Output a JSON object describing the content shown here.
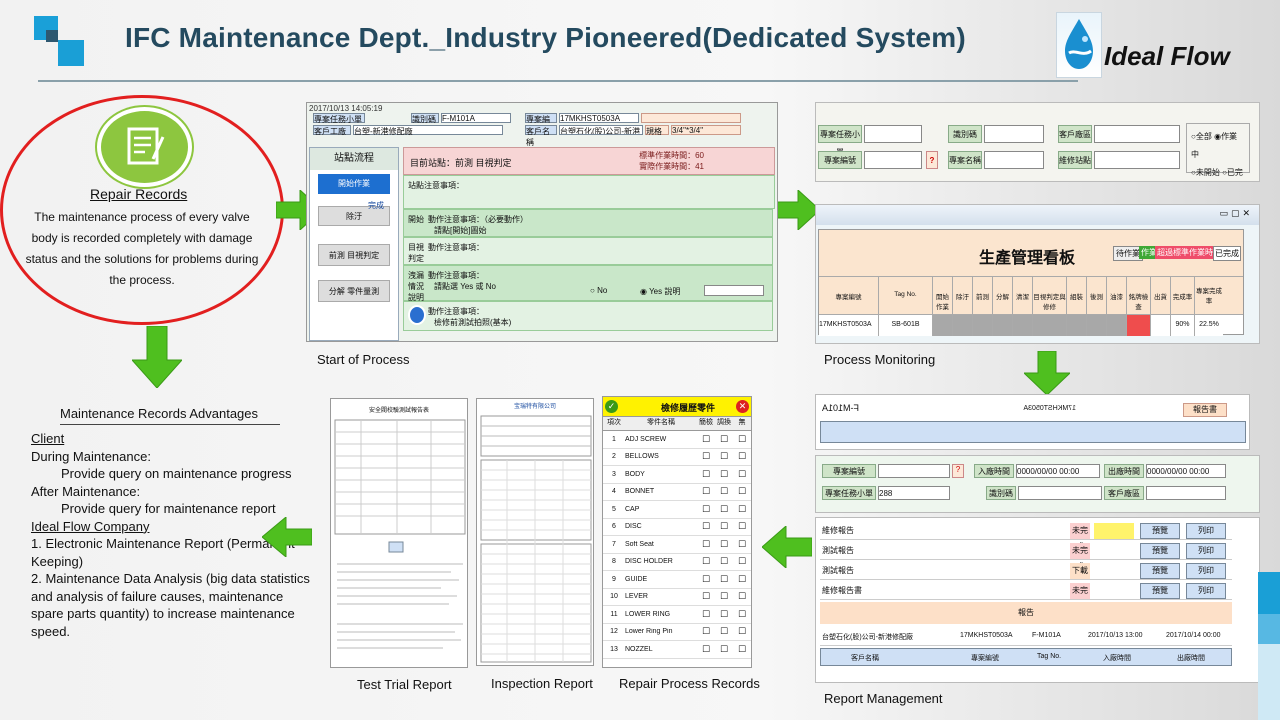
{
  "slide": {
    "title": "IFC Maintenance Dept._Industry Pioneered(Dedicated System)",
    "logo_text": "Ideal Flow",
    "colors": {
      "title": "#244a5f",
      "accent_blue": "#1a9fd6",
      "arrow_green": "#4fbf1f",
      "oval_red": "#e21f1f",
      "icon_green": "#8dc63f"
    }
  },
  "repair": {
    "title": "Repair Records",
    "description": "The maintenance process of every valve body is recorded completely with damage status and the solutions for problems during the process.",
    "icon": "document-pen-icon"
  },
  "advantages": {
    "title": "Maintenance Records Advantages",
    "client_heading": "Client",
    "during_label": "During Maintenance:",
    "during_text": "Provide query on maintenance progress",
    "after_label": "After Maintenance:",
    "after_text": "Provide query for maintenance report",
    "company_heading": "Ideal Flow Company",
    "point1": "1. Electronic Maintenance Report (Permanent Keeping)",
    "point2": "2. Maintenance Data Analysis (big data statistics and analysis of failure causes, maintenance spare parts quantity) to increase maintenance speed."
  },
  "captions": {
    "start": "Start of Process",
    "monitoring": "Process Monitoring",
    "report_mgmt": "Report Management",
    "repair_process": "Repair Process Records",
    "inspection": "Inspection Report",
    "test_trial": "Test Trial Report"
  },
  "start_screen": {
    "timestamp": "2017/10/13 14:05:19",
    "order_label": "專案任務小單",
    "id_label": "識別碼",
    "id_value": "F-M101A",
    "project_label": "專案編號",
    "project_value": "17MKHST0503A",
    "client_label": "客戶工廠",
    "client_value": "台塑-新港修配廠",
    "client_name_label": "客戶名稱",
    "client_name_value": "台塑石化(股)公司-新港修配廠",
    "spec_label": "規格",
    "spec_value": "3/4\"*3/4\"",
    "station_flow": "站點流程",
    "current_station": "目前站點：前測 目視判定",
    "std_time": "標準作業時間：60",
    "real_time": "實際作業時間：41",
    "notes_label": "站點注意事項：",
    "steps": [
      "開始作業",
      "除汙",
      "前測 目視判定",
      "分解 零件量測"
    ],
    "done_label": "完成",
    "row1_title": "開始",
    "row1_text": "動作注意事項：（必要動作）",
    "row1_sub": "請點[開始]圖始",
    "row2_title": "目視判定",
    "row2_text": "動作注意事項：",
    "row3_title": "洩漏情況說明",
    "row3_text": "動作注意事項：",
    "row3_sub": "請點選 Yes 或 No",
    "opt_no": "No",
    "opt_yes": "Yes",
    "opt_note": "說明",
    "row4_text": "動作注意事項：",
    "row4_sub": "檢修前測試拍照(基本)"
  },
  "monitor_screen": {
    "btn_order": "專案任務小單",
    "btn_project": "專案編號",
    "btn_identify": "識別碼",
    "btn_name": "專案名稱",
    "btn_client": "客戶廠區",
    "btn_station": "維修站點",
    "radio_all": "全部",
    "radio_working": "作業中",
    "radio_notstart": "未開始",
    "radio_done": "已完成",
    "board_title": "生產管理看板",
    "btn_wait": "待作業",
    "btn_working": "作業中",
    "btn_overtime": "超過標準作業時間",
    "btn_finished": "已完成",
    "columns": [
      "專案編號",
      "Tag No.",
      "開始作業",
      "除汙",
      "前測",
      "分解",
      "清潔",
      "目視判定與修修",
      "組裝",
      "後測",
      "油漆",
      "銘牌檢查",
      "出貨",
      "完成率",
      "專案完成率"
    ],
    "row": {
      "project": "17MKHST0503A",
      "tag": "SB-601B",
      "rate": "90%",
      "project_rate": "22.5%"
    }
  },
  "report_screen": {
    "id_value": "F-M101A",
    "btn_report": "報告書",
    "btn_project": "專案編號",
    "btn_time": "入廠時間",
    "btn_out": "出廠時間",
    "time_value_1": "0000/00/00 00:00",
    "time_value_2": "0000/00/00 00:00",
    "btn_order": "專案任務小單",
    "order_value": "288",
    "btn_identify": "識別碼",
    "btn_client": "客戶廠區",
    "rows": [
      "維修報告",
      "測試報告",
      "測試報告",
      "維修報告書"
    ],
    "row_status": [
      "未完成",
      "未完成",
      "下載",
      "未完成"
    ],
    "btn_preview": "預覽",
    "btn_print": "列印",
    "section_label": "報告",
    "bottom_cols": [
      "客戶名稱",
      "專案編號",
      "Tag No.",
      "入廠時間",
      "出廠時間"
    ],
    "bottom_row": [
      "台塑石化(股)公司-新港修配廠",
      "17MKHST0503A",
      "F-M101A",
      "2017/10/13 13:00",
      "2017/10/14 00:00"
    ]
  },
  "parts_screen": {
    "title": "檢修履歷零件",
    "col_no": "項次",
    "col_name": "零件名稱",
    "col_a": "簡檢",
    "col_b": "調換",
    "col_c": "無",
    "parts": [
      "ADJ SCREW",
      "BELLOWS",
      "BODY",
      "BONNET",
      "CAP",
      "DISC",
      "Soft Seat",
      "DISC HOLDER",
      "GUIDE",
      "LEVER",
      "LOWER RING",
      "Lower Ring Pin",
      "NOZZEL"
    ]
  },
  "inspection_screen": {
    "company": "宝瑞特有限公司"
  },
  "test_screen": {
    "title": "安全閥校驗測試報告表"
  }
}
